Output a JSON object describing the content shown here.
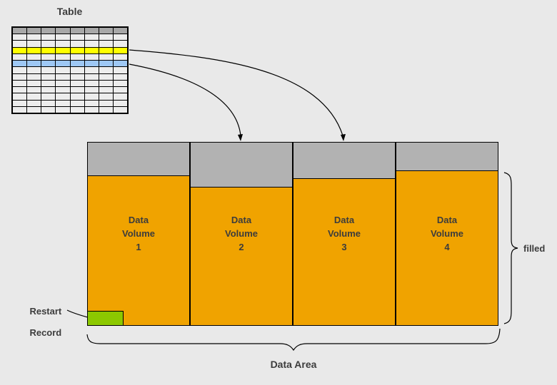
{
  "table": {
    "label": "Table",
    "rows": 13,
    "cols": 8,
    "header_color": "#A8A8A8",
    "cell_color": "#EDEDED",
    "highlight_rows": {
      "3": "#FFFF00",
      "5": "#9EC8F5"
    },
    "border_color": "#000000"
  },
  "arrows": [
    {
      "name": "curved-arrow-yellow-row-to-volume-3"
    },
    {
      "name": "curved-arrow-blue-row-to-volume-2"
    }
  ],
  "colors": {
    "background": "#E9E9E9",
    "volume_fill": "#F0A300",
    "volume_empty": "#B2B2B2",
    "restart_record": "#8CC800",
    "text": "#3C3C3C"
  },
  "volumes": [
    {
      "lines": [
        "Data",
        "Volume",
        "1"
      ],
      "unfilled_height": 47
    },
    {
      "lines": [
        "Data",
        "Volume",
        "2"
      ],
      "unfilled_height": 63
    },
    {
      "lines": [
        "Data",
        "Volume",
        "3"
      ],
      "unfilled_height": 51
    },
    {
      "lines": [
        "Data",
        "Volume",
        "4"
      ],
      "unfilled_height": 40
    }
  ],
  "restart_record": {
    "line1": "Restart",
    "line2": "Record"
  },
  "filled_label": "filled",
  "data_area_label": "Data Area"
}
